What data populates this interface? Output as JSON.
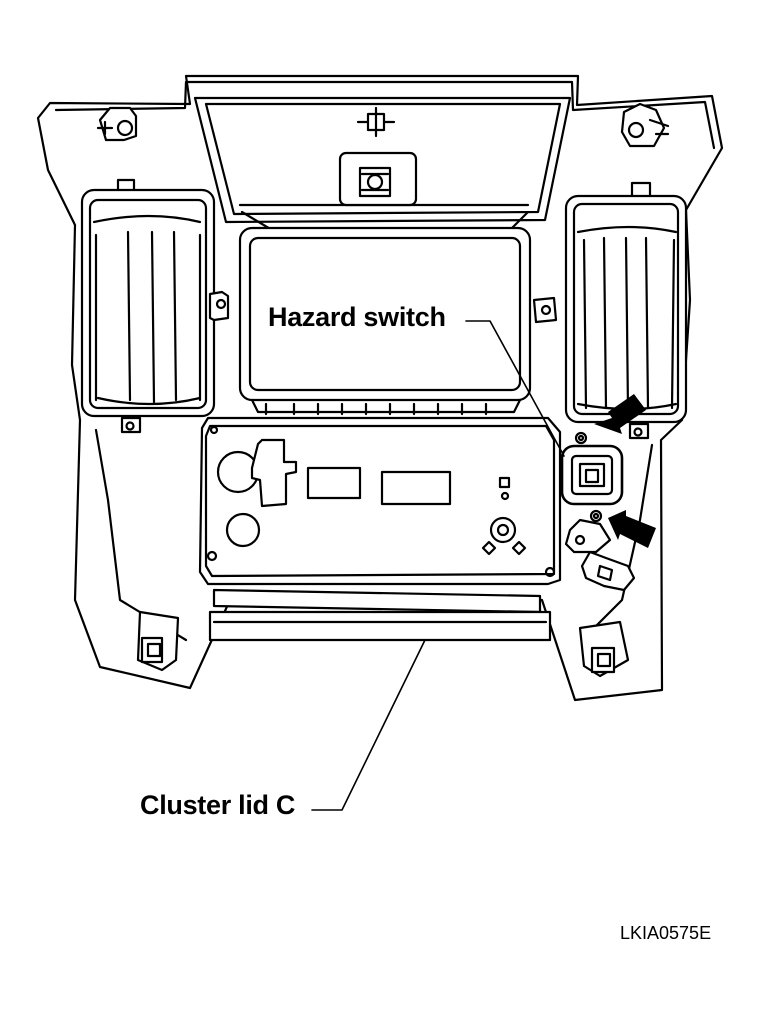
{
  "callouts": {
    "hazard_switch": "Hazard switch",
    "cluster_lid": "Cluster lid C"
  },
  "figure_code": "LKIA0575E",
  "colors": {
    "line": "#000000",
    "background": "#ffffff"
  }
}
